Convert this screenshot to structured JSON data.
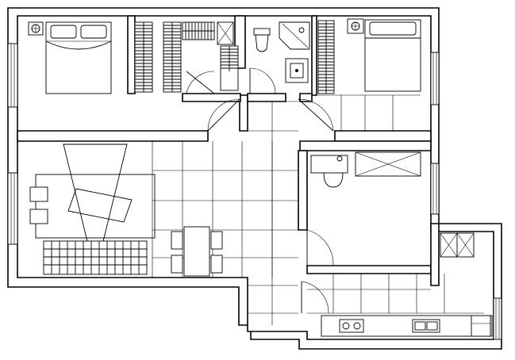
{
  "plan": {
    "kind": "residential floor plan",
    "labels": [],
    "rooms": [
      "master-bedroom",
      "wardrobe-corridor",
      "bathroom",
      "second-bedroom",
      "living-dining-room",
      "hallway",
      "third-bedroom",
      "kitchen"
    ],
    "colors": {
      "line": "#000000",
      "background": "#ffffff"
    }
  }
}
